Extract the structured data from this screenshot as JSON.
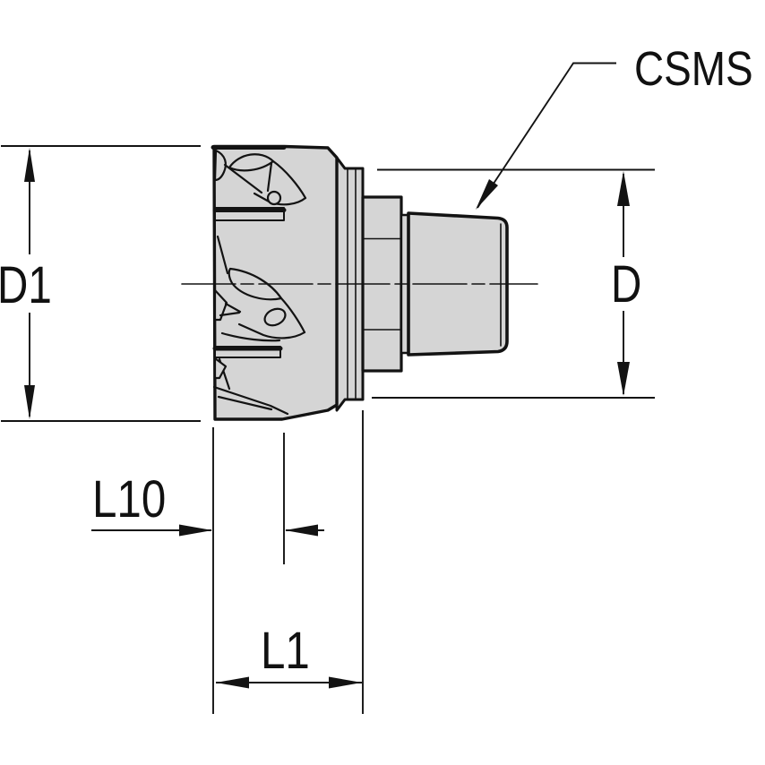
{
  "drawing": {
    "description": "Technical line drawing of a modular face milling cutter with tapered CSMS shank connection",
    "callout": {
      "label": "CSMS"
    },
    "dimensions": {
      "cutting_diameter": {
        "label": "D1"
      },
      "connection_diameter": {
        "label": "D"
      },
      "depth_length": {
        "label": "L10"
      },
      "body_length": {
        "label": "L1"
      }
    }
  },
  "colors": {
    "line": "#131313",
    "fill": "#d5d5d5",
    "background": "#ffffff"
  }
}
